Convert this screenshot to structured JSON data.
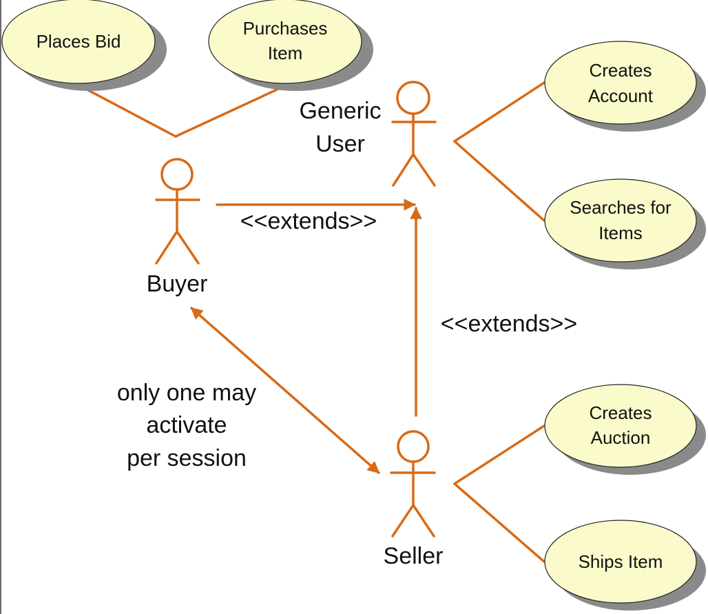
{
  "diagram": {
    "type": "UML use case diagram",
    "colors": {
      "connector": "#d86a16",
      "use_case_fill": "#fafacb",
      "use_case_shadow": "#8a8a8a",
      "text": "#111111"
    },
    "actors": {
      "generic_user": {
        "label_line1": "Generic",
        "label_line2": "User"
      },
      "buyer": {
        "label": "Buyer"
      },
      "seller": {
        "label": "Seller"
      }
    },
    "use_cases": {
      "places_bid": {
        "lines": [
          "Places Bid"
        ]
      },
      "purchases_item": {
        "lines": [
          "Purchases",
          "Item"
        ]
      },
      "creates_account": {
        "lines": [
          "Creates",
          "Account"
        ]
      },
      "searches_for_items": {
        "lines": [
          "Searches for",
          "Items"
        ]
      },
      "creates_auction": {
        "lines": [
          "Creates",
          "Auction"
        ]
      },
      "ships_item": {
        "lines": [
          "Ships Item"
        ]
      }
    },
    "relationships": {
      "buyer_extends": {
        "label": "<<extends>>",
        "from": "Buyer",
        "to": "Generic User"
      },
      "seller_extends": {
        "label": "<<extends>>",
        "from": "Seller",
        "to": "Generic User"
      },
      "buyer_seller_exclusive": {
        "from": "Buyer",
        "to": "Seller",
        "bidirectional": true,
        "note_line1": "only one may",
        "note_line2": "activate",
        "note_line3": "per session"
      }
    },
    "associations": [
      {
        "actor": "Buyer",
        "use_cases": [
          "Places Bid",
          "Purchases Item"
        ]
      },
      {
        "actor": "Generic User",
        "use_cases": [
          "Creates Account",
          "Searches for Items"
        ]
      },
      {
        "actor": "Seller",
        "use_cases": [
          "Creates Auction",
          "Ships Item"
        ]
      }
    ]
  }
}
